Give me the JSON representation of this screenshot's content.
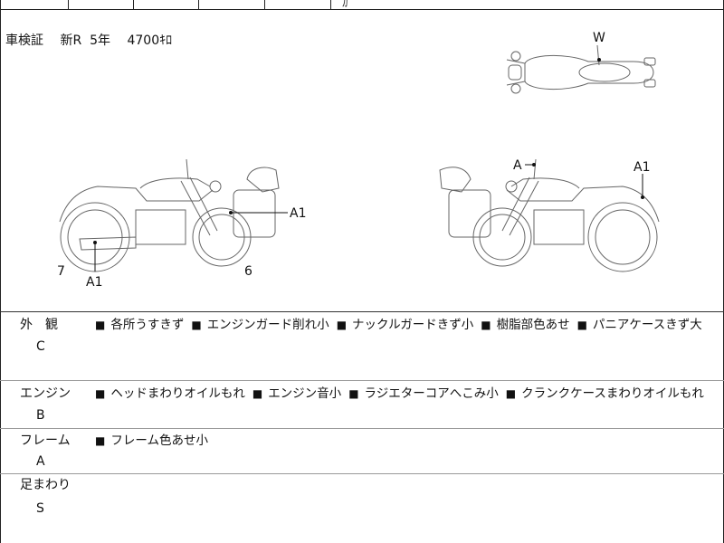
{
  "top_strip": {
    "partial_text": "ｶ"
  },
  "certificate": {
    "label": "車検証",
    "type": "新R",
    "years": "5年",
    "mileage": "4700",
    "mileage_unit": "ｷﾛ"
  },
  "diagram": {
    "top_view_label": "W",
    "left_view": {
      "bag_label": "A1",
      "exhaust_label": "A1",
      "rear_number": "7",
      "front_number": "6"
    },
    "right_view": {
      "mirror_label": "A",
      "tank_label": "A1"
    }
  },
  "inspection": [
    {
      "category": "外　観",
      "grade": "C",
      "items": [
        "各所うすきず",
        "エンジンガード削れ小",
        "ナックルガードきず小",
        "樹脂部色あせ",
        "パニアケースきず大"
      ]
    },
    {
      "category": "エンジン",
      "grade": "B",
      "items": [
        "ヘッドまわりオイルもれ",
        "エンジン音小",
        "ラジエターコアへこみ小",
        "クランクケースまわりオイルもれ"
      ]
    },
    {
      "category": "フレーム",
      "grade": "A",
      "items": [
        "フレーム色あせ小"
      ]
    },
    {
      "category": "足まわり",
      "grade": "S",
      "items": []
    }
  ],
  "bullet_symbol": "■"
}
